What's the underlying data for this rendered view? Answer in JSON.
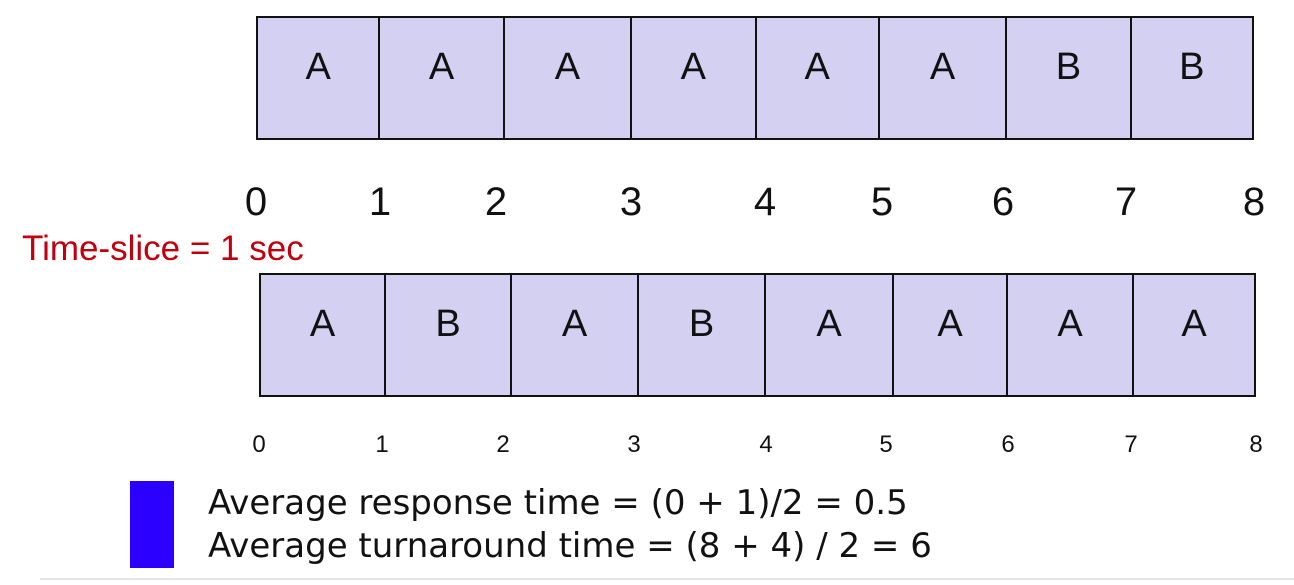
{
  "schedule_top": {
    "slots": [
      "A",
      "A",
      "A",
      "A",
      "A",
      "A",
      "B",
      "B"
    ],
    "ticks": [
      "0",
      "1",
      "2",
      "3",
      "4",
      "5",
      "6",
      "7",
      "8"
    ]
  },
  "time_slice_label": "Time-slice = 1 sec",
  "schedule_bottom": {
    "slots": [
      "A",
      "B",
      "A",
      "B",
      "A",
      "A",
      "A",
      "A"
    ],
    "ticks": [
      "0",
      "1",
      "2",
      "3",
      "4",
      "5",
      "6",
      "7",
      "8"
    ]
  },
  "bullets": [
    "Average response time = (0 + 1)/2 = 0.5",
    "Average turnaround time = (8 + 4) / 2 = 6"
  ],
  "colors": {
    "cell_fill": "#d3d0f1",
    "bullet_square": "#2b00ff",
    "highlight_text": "#c0000f"
  }
}
